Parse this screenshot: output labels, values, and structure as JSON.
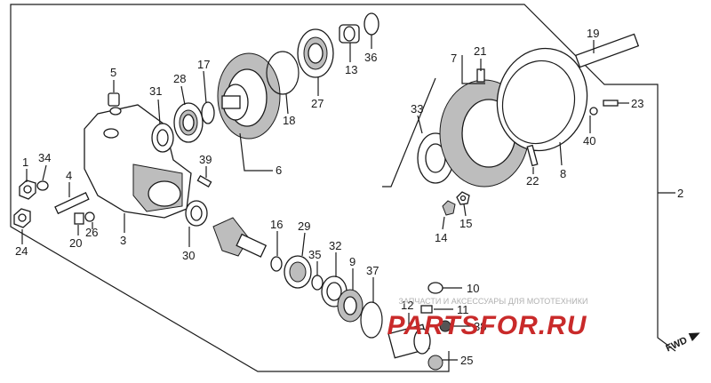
{
  "callouts": {
    "c1": "1",
    "c2": "2",
    "c3": "3",
    "c4": "4",
    "c5": "5",
    "c6": "6",
    "c7": "7",
    "c8": "8",
    "c9": "9",
    "c10": "10",
    "c11": "11",
    "c12": "12",
    "c13": "13",
    "c14": "14",
    "c15": "15",
    "c16": "16",
    "c17": "17",
    "c18": "18",
    "c19": "19",
    "c20": "20",
    "c21": "21",
    "c22": "22",
    "c23": "23",
    "c24": "24",
    "c25": "25",
    "c26": "26",
    "c27": "27",
    "c28": "28",
    "c29": "29",
    "c30": "30",
    "c31": "31",
    "c32": "32",
    "c33": "33",
    "c34": "34",
    "c35": "35",
    "c36": "36",
    "c37": "37",
    "c38": "38",
    "c39": "39",
    "c40": "40"
  },
  "watermark": {
    "subtitle": "ЗАПЧАСТИ И АКСЕССУАРЫ ДЛЯ МОТОТЕХНИКИ",
    "brand": "PARTSFOR.RU"
  },
  "direction_label": "FWD",
  "colors": {
    "ink": "#1a1a1a",
    "watermark_brand": "#c92a2a",
    "watermark_sub": "#b0b0b0"
  }
}
